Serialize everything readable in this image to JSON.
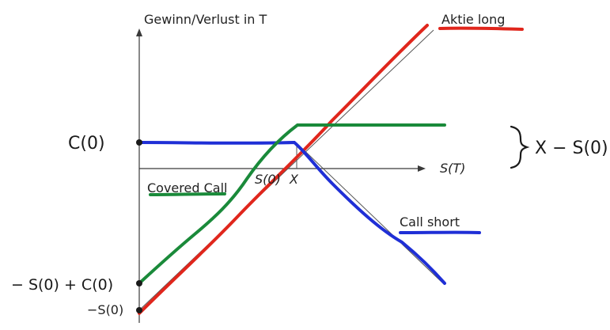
{
  "colors": {
    "aktie": "#e0261c",
    "call": "#1f2fd6",
    "covered": "#1a8a3a",
    "ink": "#1a1a1a"
  },
  "labels": {
    "y_axis": "Gewinn/Verlust in T",
    "x_axis": "S(T)",
    "aktie_long": "Aktie long",
    "call_short": "Call short",
    "covered_call": "Covered Call",
    "s0_tick": "S(0)",
    "x_tick": "X",
    "neg_s0": "−S(0)"
  },
  "handwriting": {
    "c0": "C(0)",
    "neg_s0_plus_c0": "− S(0) + C(0)",
    "brace_note": "X − S(0)"
  }
}
